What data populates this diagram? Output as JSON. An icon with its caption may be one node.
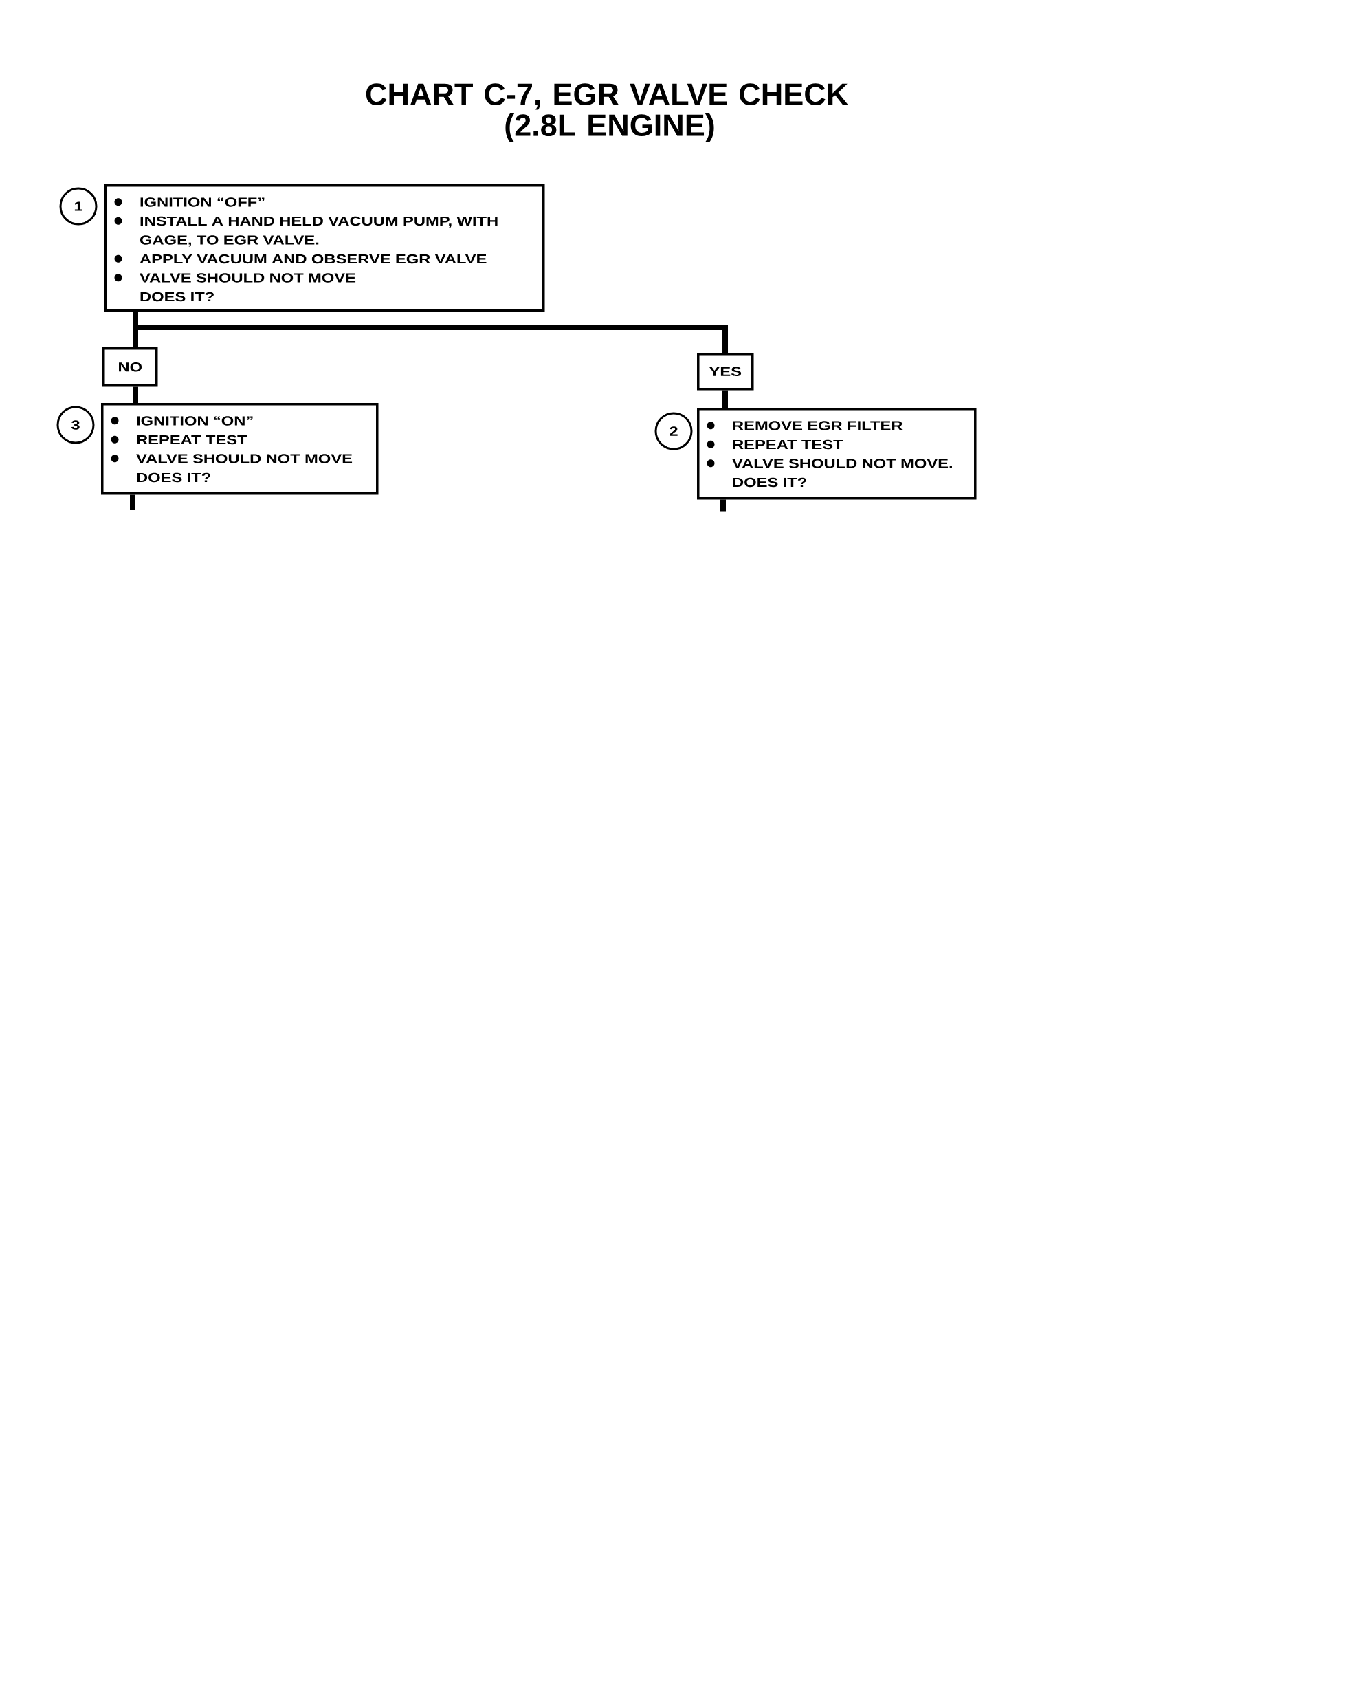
{
  "diagram": {
    "title": "CHART C-7, EGR VALVE CHECK (2.8L ENGINE)",
    "nodes": [
      {
        "text": [
          "IGNITION “OFF”",
          "INSTALL A HAND HELD VACUUM PUMP, WITH GAGE, TO EGR VALVE.",
          "APPLY VACUUM AND OBSERVE EGR VALVE",
          "VALVE SHOULD NOT MOVE",
          "DOES IT?"
        ],
        "beside": [
          "1"
        ]
      },
      {
        "text": [
          "NO"
        ]
      },
      {
        "text": [
          "YES"
        ]
      },
      {
        "text": [
          "IGNITION “ON”",
          "REPEAT TEST",
          "VALVE SHOULD NOT MOVE",
          "DOES IT?"
        ],
        "beside": [
          "3"
        ]
      },
      {
        "text": [
          "REMOVE EGR FILTER",
          "REPEAT TEST",
          "VALVE SHOULD NOT MOVE.",
          "DOES IT?"
        ],
        "beside": [
          "2"
        ]
      }
    ],
    "edges": [
      {
        "from": 0,
        "to": 1,
        "arrow": "none"
      },
      {
        "from": 0,
        "to": 2,
        "arrow": "none"
      },
      {
        "from": 1,
        "to": 3,
        "arrow": "none"
      },
      {
        "from": 2,
        "to": 4,
        "arrow": "none"
      },
      {
        "from": 3,
        "to": null,
        "arrow": "none"
      },
      {
        "from": 4,
        "to": null,
        "arrow": "none"
      }
    ]
  }
}
